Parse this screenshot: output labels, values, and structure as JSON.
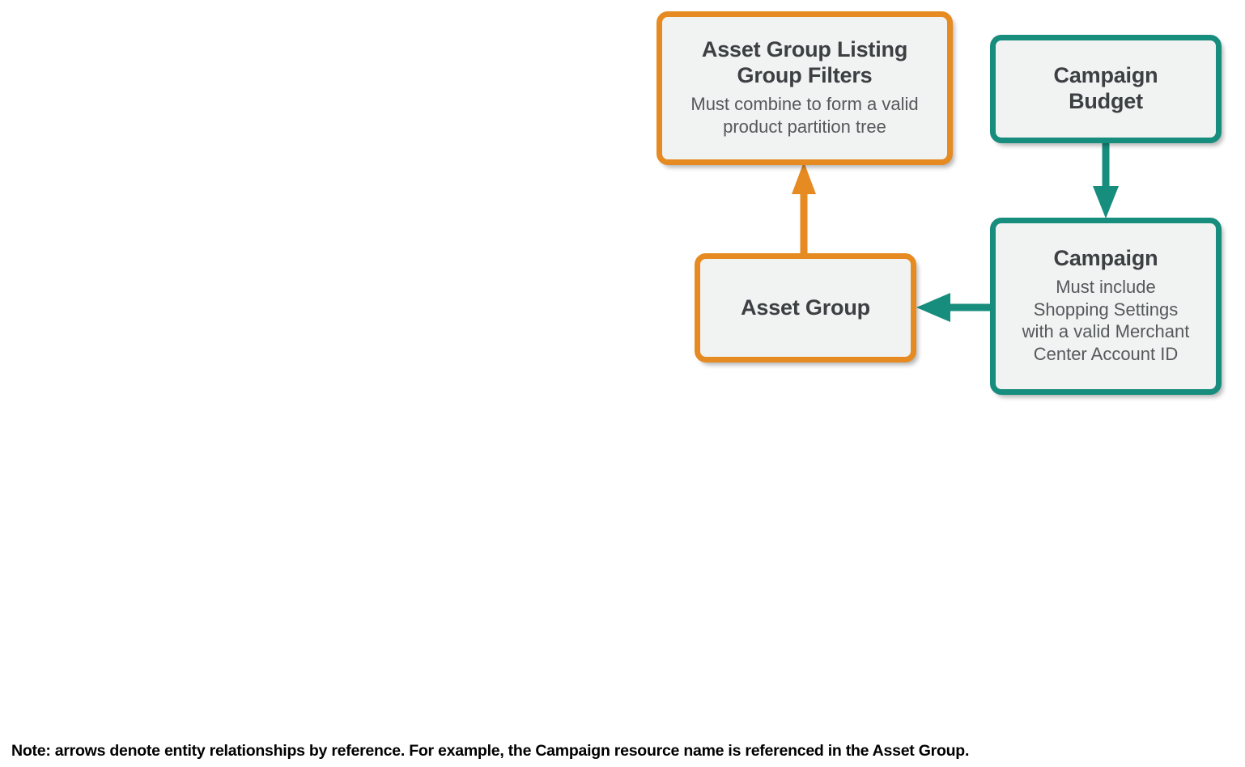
{
  "diagram": {
    "type": "entity-relationship",
    "background_color": "#ffffff",
    "colors": {
      "orange": "#E68A22",
      "teal": "#178D7D",
      "node_fill": "#f1f3f2",
      "title_text": "#3c4043",
      "subtitle_text": "#55595c",
      "note_text": "#000000"
    },
    "nodes": [
      {
        "id": "asset-group-listing-group-filters",
        "title": "Asset Group Listing\nGroup Filters",
        "subtitle": "Must combine to form a valid\nproduct partition tree",
        "accent": "orange"
      },
      {
        "id": "campaign-budget",
        "title": "Campaign\nBudget",
        "subtitle": "",
        "accent": "teal"
      },
      {
        "id": "asset-group",
        "title": "Asset Group",
        "subtitle": "",
        "accent": "orange"
      },
      {
        "id": "campaign",
        "title": "Campaign",
        "subtitle": "Must include\nShopping Settings\nwith a valid Merchant\nCenter Account ID",
        "accent": "teal"
      }
    ],
    "edges": [
      {
        "id": "asset-group-to-listing-group-filters",
        "from": "asset-group",
        "to": "asset-group-listing-group-filters",
        "direction": "up",
        "color": "orange"
      },
      {
        "id": "campaign-budget-to-campaign",
        "from": "campaign-budget",
        "to": "campaign",
        "direction": "down",
        "color": "teal"
      },
      {
        "id": "campaign-to-asset-group",
        "from": "campaign",
        "to": "asset-group",
        "direction": "left",
        "color": "teal"
      }
    ],
    "note": "Note: arrows denote entity relationships by reference. For example, the Campaign resource name is referenced in the Asset Group."
  }
}
